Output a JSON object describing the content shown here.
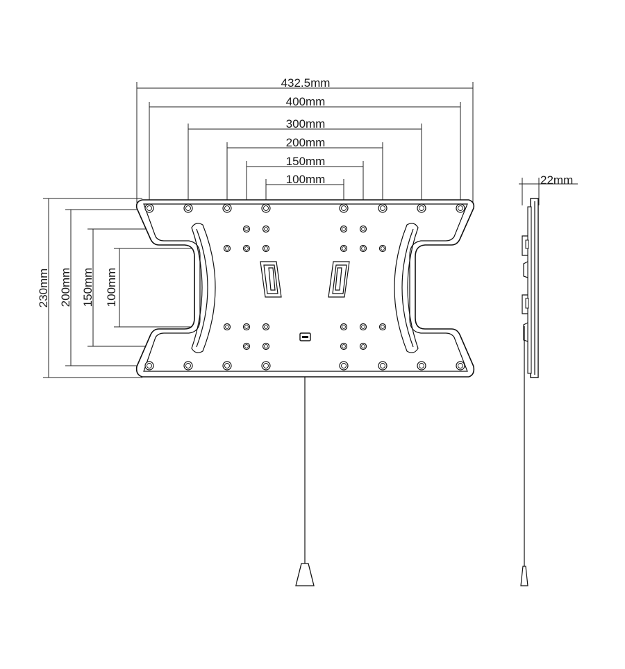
{
  "front_view": {
    "horizontal_dimensions": [
      "432.5mm",
      "400mm",
      "300mm",
      "200mm",
      "150mm",
      "100mm"
    ],
    "vertical_dimensions": [
      "230mm",
      "200mm",
      "150mm",
      "100mm"
    ]
  },
  "side_view": {
    "depth_dimension": "22mm"
  }
}
